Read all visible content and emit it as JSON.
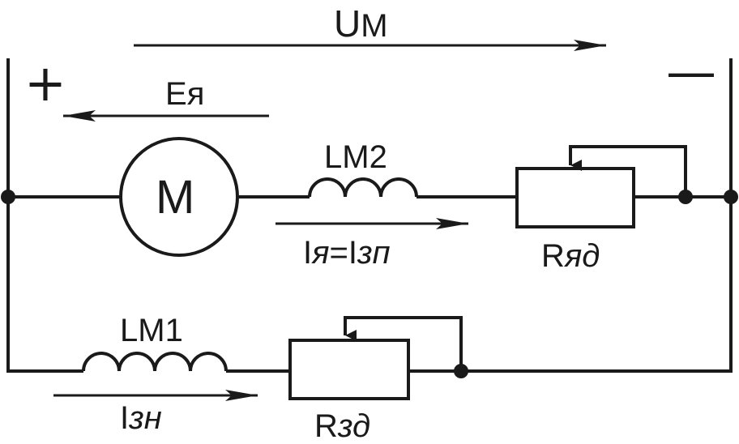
{
  "diagram": {
    "voltage_label": {
      "main": "U",
      "sub": "M"
    },
    "emf_label": {
      "main": "E",
      "sub": "я"
    },
    "plus_sign": "+",
    "minus_sign": "—",
    "motor_label": "M",
    "armature_coil_label": "LM2",
    "armature_current_label": {
      "a": "I",
      "b": "я",
      "c": "=I",
      "d": "зп"
    },
    "armature_resistor_label": {
      "main": "R",
      "sub": "яд"
    },
    "field_coil_label": "LM1",
    "field_current_label": {
      "main": "I",
      "sub": "зн"
    },
    "field_resistor_label": {
      "main": "R",
      "sub": "зд"
    },
    "stroke_color": "#1a1a1a"
  }
}
